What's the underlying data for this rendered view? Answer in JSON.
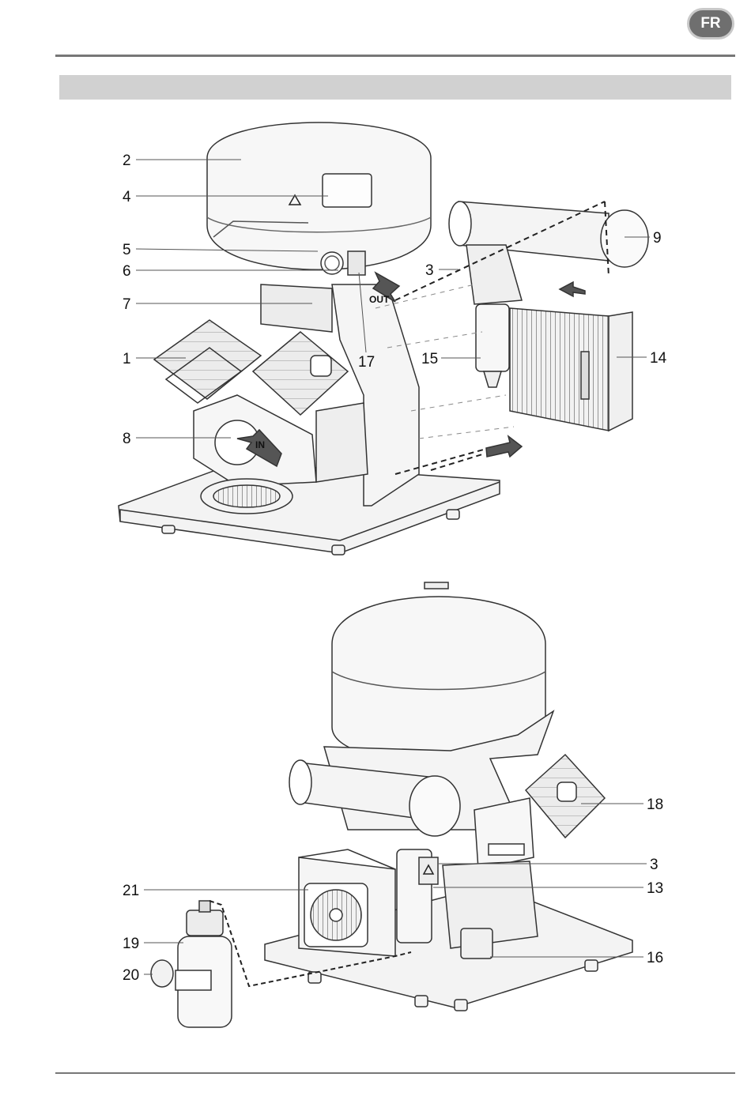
{
  "header": {
    "language_badge": "FR"
  },
  "figure_top": {
    "callouts": [
      "2",
      "4",
      "5",
      "6",
      "7",
      "1",
      "8",
      "3",
      "9",
      "15",
      "14",
      "17"
    ],
    "port_labels": {
      "outlet": "OUT",
      "inlet": "IN"
    }
  },
  "figure_bottom": {
    "callouts": [
      "18",
      "3",
      "13",
      "21",
      "19",
      "20",
      "16"
    ]
  }
}
